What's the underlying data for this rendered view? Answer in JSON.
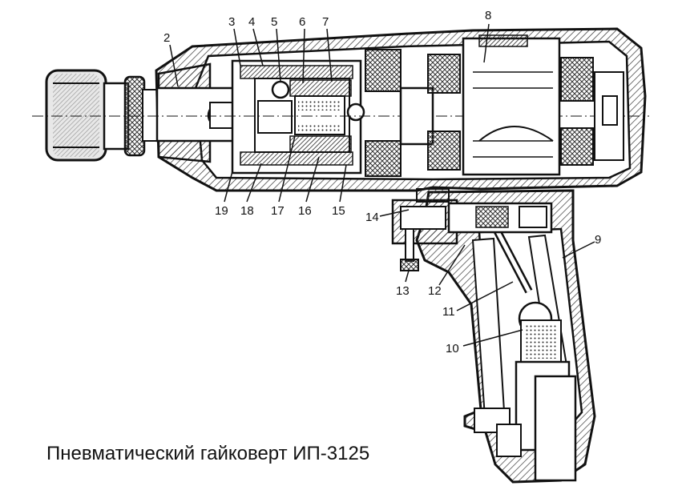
{
  "caption": "Пневматический гайковерт ИП-3125",
  "callouts": [
    "2",
    "3",
    "4",
    "5",
    "6",
    "7",
    "8",
    "19",
    "18",
    "17",
    "16",
    "15",
    "14",
    "13",
    "12",
    "11",
    "10",
    "9"
  ],
  "colors": {
    "ink": "#111111",
    "hatch": "#444444",
    "paper": "#ffffff"
  }
}
